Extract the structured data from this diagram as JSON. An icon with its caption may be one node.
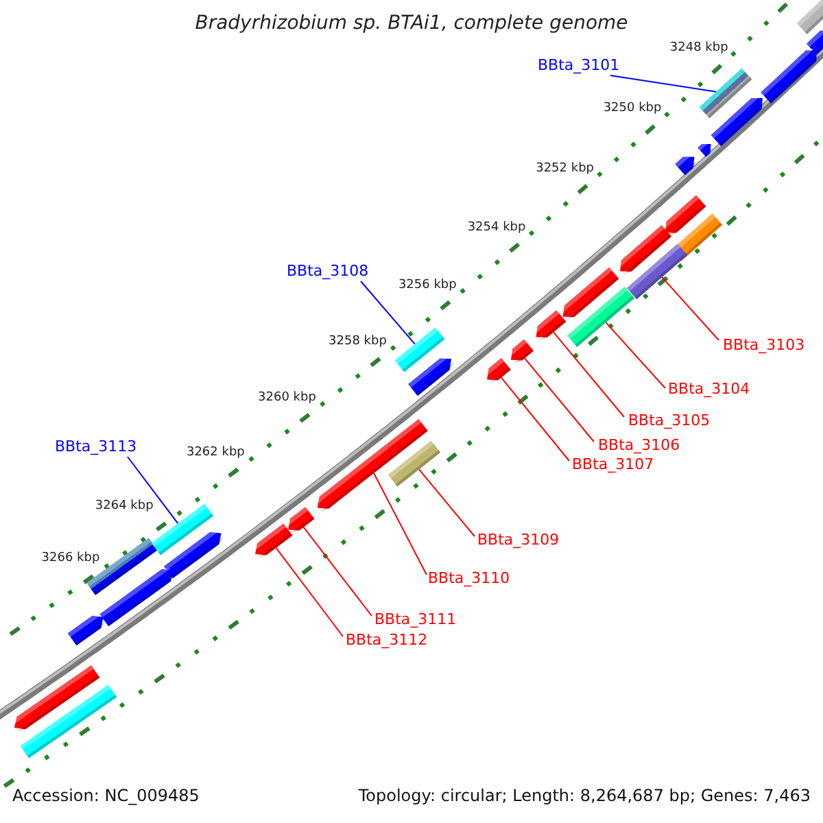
{
  "diagram": {
    "title": "Bradyrhizobium sp. BTAi1, complete genome",
    "nodes": [
      {
        "text": [
          "BBta_3101"
        ]
      },
      {
        "text": [
          "BBta_3108"
        ]
      },
      {
        "text": [
          "BBta_3103"
        ]
      },
      {
        "text": [
          "BBta_3104"
        ]
      },
      {
        "text": [
          "BBta_3105"
        ]
      },
      {
        "text": [
          "BBta_3113"
        ]
      },
      {
        "text": [
          "BBta_3106"
        ]
      },
      {
        "text": [
          "BBta_3107"
        ]
      },
      {
        "text": [
          "BBta_3109"
        ]
      },
      {
        "text": [
          "BBta_3110"
        ]
      },
      {
        "text": [
          "BBta_3111"
        ]
      },
      {
        "text": [
          "BBta_3112"
        ]
      },
      {
        "text": [],
        "shape": "arrow"
      },
      {
        "text": [],
        "shape": "arrow"
      },
      {
        "text": [],
        "shape": "arrow"
      },
      {
        "text": [],
        "shape": "arrow"
      },
      {
        "text": [],
        "shape": "arrow"
      },
      {
        "text": [],
        "shape": "arrow"
      },
      {
        "text": [],
        "shape": "arrow"
      },
      {
        "text": [],
        "shape": "arrow"
      },
      {
        "text": [],
        "shape": "arrow"
      },
      {
        "text": [],
        "shape": "arrow"
      },
      {
        "text": [],
        "shape": "arrow"
      },
      {
        "text": [],
        "shape": "arrow"
      }
    ],
    "edges": [
      {
        "from": 0,
        "to": 12,
        "arrow": "none",
        "color": "#0000ff"
      },
      {
        "from": 1,
        "to": 16,
        "arrow": "none",
        "color": "#0000ff"
      },
      {
        "from": 2,
        "to": 13,
        "arrow": "none"
      },
      {
        "from": 3,
        "to": 14,
        "arrow": "none"
      },
      {
        "from": 4,
        "to": 15,
        "arrow": "none"
      },
      {
        "from": 5,
        "to": 22,
        "arrow": "none",
        "color": "#0000ff"
      },
      {
        "from": 6,
        "to": 17,
        "arrow": "none"
      },
      {
        "from": 7,
        "to": 18,
        "arrow": "none"
      },
      {
        "from": 8,
        "to": 19,
        "arrow": "none"
      },
      {
        "from": 9,
        "to": 20,
        "arrow": "none"
      },
      {
        "from": 10,
        "to": 21,
        "arrow": "none"
      },
      {
        "from": 11,
        "to": 23,
        "arrow": "none"
      }
    ],
    "labels": [
      "3248 kbp",
      "3250 kbp",
      "3252 kbp",
      "3254 kbp",
      "3256 kbp",
      "3258 kbp",
      "3260 kbp",
      "3262 kbp",
      "3264 kbp",
      "3266 kbp",
      "Accession: NC_009485",
      "Topology: circular; Length: 8,264,687 bp; Genes: 7,463"
    ]
  }
}
